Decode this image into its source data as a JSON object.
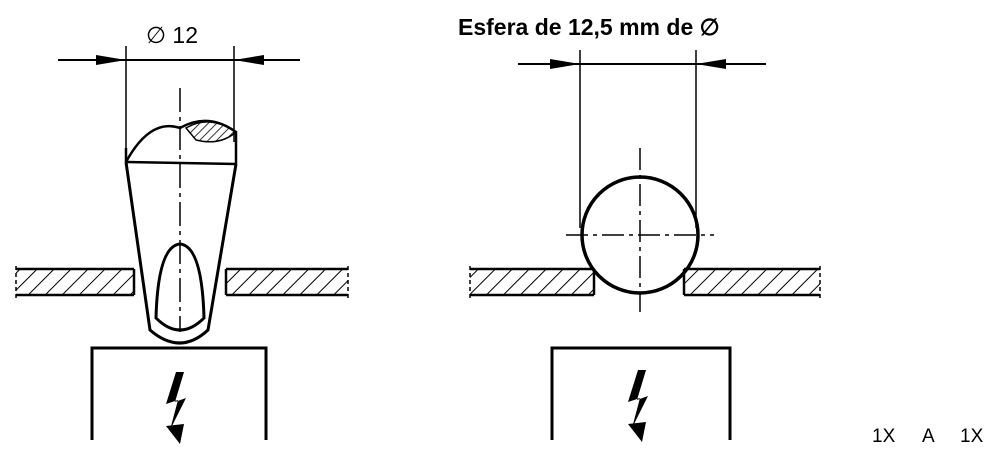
{
  "left_figure": {
    "diameter_label": "∅ 12"
  },
  "right_figure": {
    "title": "Esfera de 12,5 mm de ∅"
  },
  "figure_code": [
    "1X",
    "A",
    "1X"
  ],
  "colors": {
    "ink": "#000000",
    "paper": "#ffffff"
  },
  "icons": {
    "electric_symbol": "lightning-bolt-icon"
  }
}
